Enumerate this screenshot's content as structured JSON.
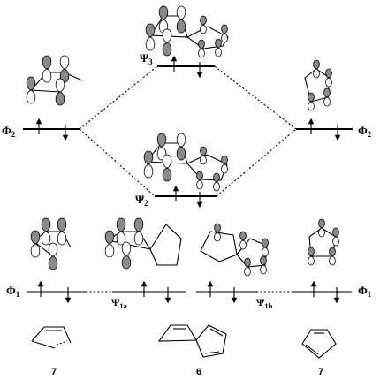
{
  "labels": {
    "phi2_left": {
      "main": "Φ",
      "sub": "2"
    },
    "phi2_right": {
      "main": "Φ",
      "sub": "2"
    },
    "psi3": {
      "main": "Ψ",
      "sub": "3"
    },
    "psi2": {
      "main": "Ψ",
      "sub": "2"
    },
    "phi1_left": {
      "main": "Φ",
      "sub": "1"
    },
    "phi1_right": {
      "main": "Φ",
      "sub": "1"
    },
    "psi1a": {
      "main": "Ψ",
      "sub": "1a"
    },
    "psi1b": {
      "main": "Ψ",
      "sub": "1b"
    }
  },
  "compounds": {
    "left": "7",
    "center": "6",
    "right": "7"
  }
}
